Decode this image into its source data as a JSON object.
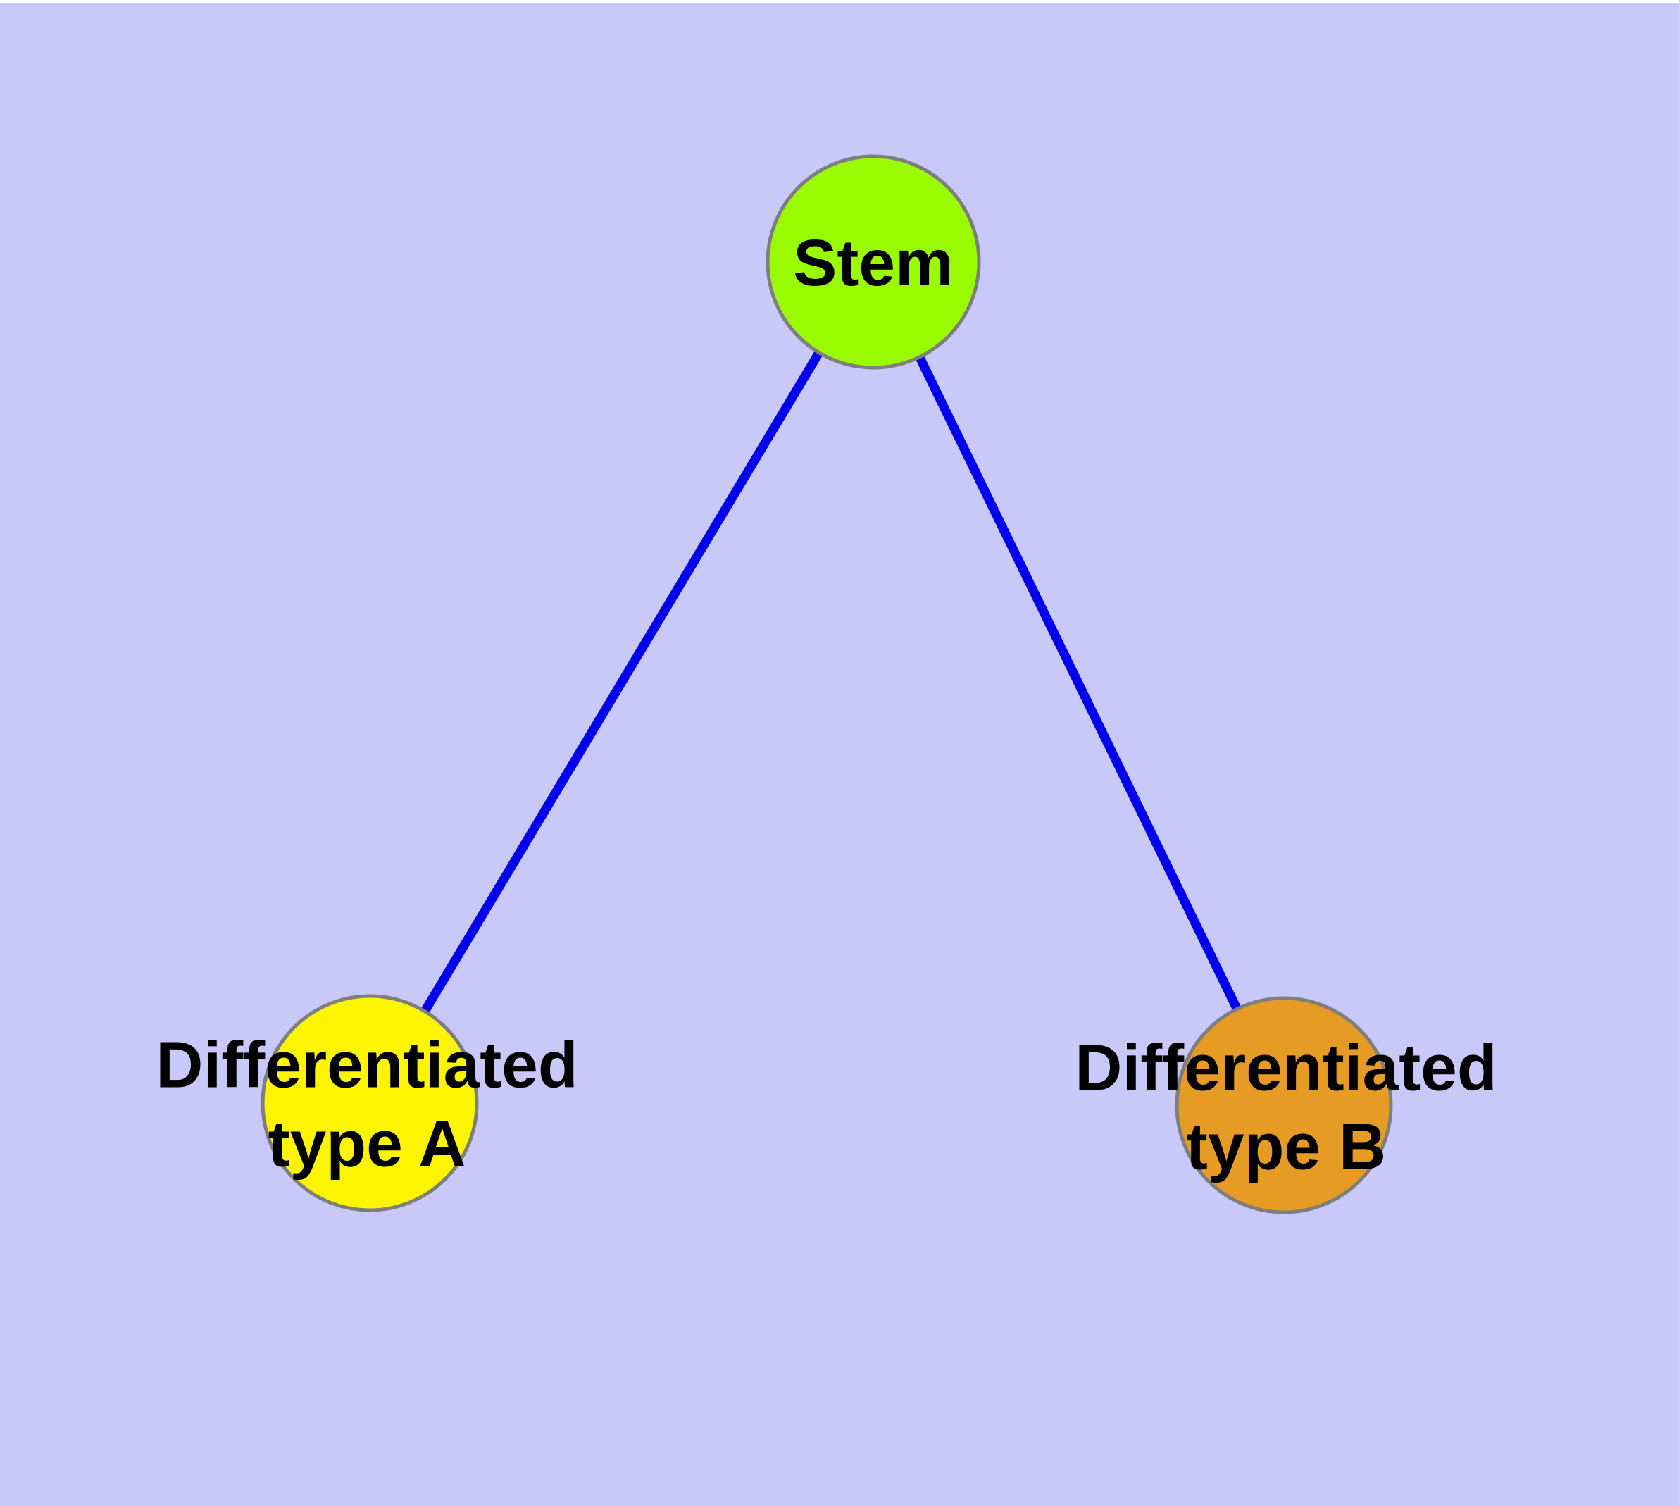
{
  "diagram": {
    "background_color": "#c9c9f9",
    "frame_color": "#ffffff",
    "edge_color": "#0000ee",
    "node_border_color": "#7e7e7e",
    "text_color": "#000000",
    "nodes": [
      {
        "id": "stem",
        "label": "Stem",
        "fill": "#9afb00"
      },
      {
        "id": "differentiated-type-a",
        "label_line1": "Differentiated",
        "label_line2": "type A",
        "fill": "#fdf500"
      },
      {
        "id": "differentiated-type-b",
        "label_line1": "Differentiated",
        "label_line2": "type B",
        "fill": "#e69c24"
      }
    ],
    "edges": [
      {
        "from": "Stem",
        "to": "Differentiated type A"
      },
      {
        "from": "Stem",
        "to": "Differentiated type B"
      }
    ]
  }
}
